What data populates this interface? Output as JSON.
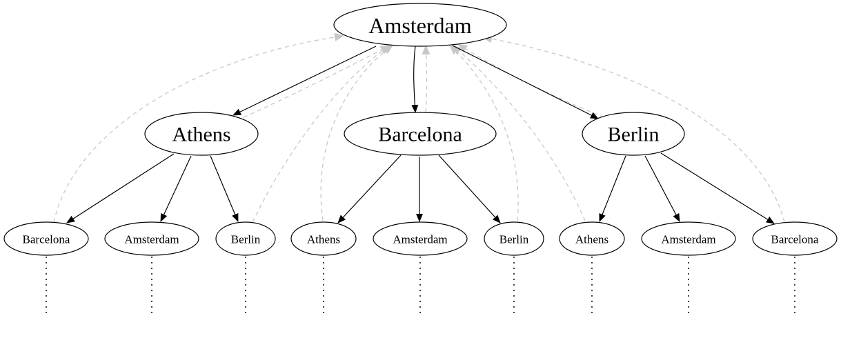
{
  "diagram": {
    "root": {
      "label": "Amsterdam"
    },
    "children": [
      {
        "label": "Athens",
        "children": [
          {
            "label": "Barcelona"
          },
          {
            "label": "Amsterdam"
          },
          {
            "label": "Berlin"
          }
        ]
      },
      {
        "label": "Barcelona",
        "children": [
          {
            "label": "Athens"
          },
          {
            "label": "Amsterdam"
          },
          {
            "label": "Berlin"
          }
        ]
      },
      {
        "label": "Berlin",
        "children": [
          {
            "label": "Athens"
          },
          {
            "label": "Amsterdam"
          },
          {
            "label": "Barcelona"
          }
        ]
      }
    ],
    "colors": {
      "tree_edge": "#000000",
      "back_edge": "#c8c8c8",
      "node_stroke": "#000000",
      "background": "#ffffff"
    }
  }
}
